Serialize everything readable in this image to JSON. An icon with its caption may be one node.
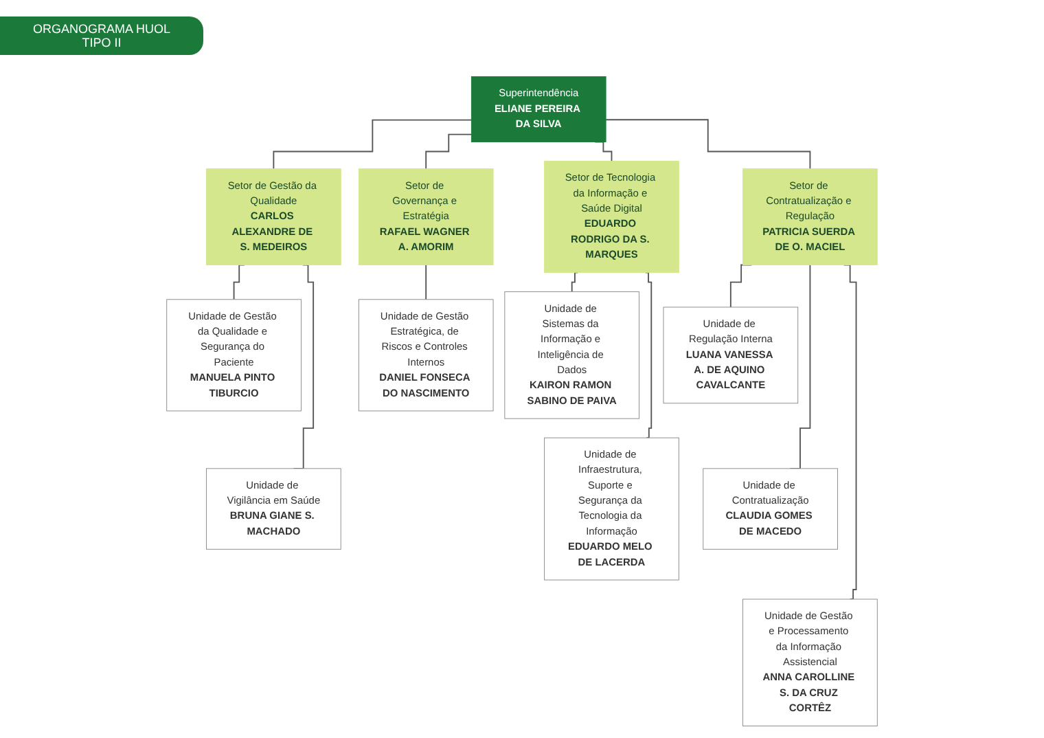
{
  "diagram": {
    "title": "ORGANOGRAMA HUOL TIPO II",
    "nodes": [
      {
        "text": [
          "Superintendência",
          "ELIANE PEREIRA DA SILVA"
        ]
      },
      {
        "text": [
          "Setor de Gestão da Qualidade",
          "CARLOS ALEXANDRE DE S. MEDEIROS"
        ]
      },
      {
        "text": [
          "Unidade de Gestão da Qualidade e Segurança do Paciente",
          "MANUELA PINTO TIBURCIO"
        ]
      },
      {
        "text": [
          "Unidade de Vigilância em Saúde",
          "BRUNA GIANE S. MACHADO"
        ]
      },
      {
        "text": [
          "Setor de Governança e Estratégia",
          "RAFAEL WAGNER A. AMORIM"
        ]
      },
      {
        "text": [
          "Unidade de Gestão Estratégica, de Riscos e Controles Internos",
          "DANIEL FONSECA DO NASCIMENTO"
        ]
      },
      {
        "text": [
          "Setor de Tecnologia da Informação e Saúde Digital",
          "EDUARDO RODRIGO DA S. MARQUES"
        ]
      },
      {
        "text": [
          "Unidade de Sistemas da Informação e Inteligência de Dados",
          "KAIRON RAMON SABINO DE PAIVA"
        ]
      },
      {
        "text": [
          "Unidade de Infraestrutura, Suporte e Segurança da Tecnologia da Informação",
          "EDUARDO MELO DE LACERDA"
        ]
      },
      {
        "text": [
          "Setor de Contratualização e Regulação",
          "PATRICIA SUERDA DE O. MACIEL"
        ]
      },
      {
        "text": [
          "Unidade de Regulação Interna",
          "LUANA VANESSA A. DE AQUINO CAVALCANTE"
        ]
      },
      {
        "text": [
          "Unidade de Contratualização",
          "CLAUDIA GOMES DE MACEDO"
        ]
      },
      {
        "text": [
          "Unidade de Gestão e Processamento da Informação Assistencial",
          "ANNA CAROLLINE S. DA CRUZ CORTÊZ"
        ]
      }
    ],
    "edges": [
      {
        "from": 0,
        "to": 1,
        "arrow": "none"
      },
      {
        "from": 0,
        "to": 4,
        "arrow": "none"
      },
      {
        "from": 0,
        "to": 6,
        "arrow": "none"
      },
      {
        "from": 0,
        "to": 9,
        "arrow": "none"
      },
      {
        "from": 1,
        "to": 2,
        "arrow": "none"
      },
      {
        "from": 1,
        "to": 3,
        "arrow": "none"
      },
      {
        "from": 4,
        "to": 5,
        "arrow": "none"
      },
      {
        "from": 6,
        "to": 7,
        "arrow": "none"
      },
      {
        "from": 6,
        "to": 8,
        "arrow": "none"
      },
      {
        "from": 9,
        "to": 10,
        "arrow": "none"
      },
      {
        "from": 9,
        "to": 11,
        "arrow": "none"
      },
      {
        "from": 9,
        "to": 12,
        "arrow": "none"
      }
    ]
  }
}
